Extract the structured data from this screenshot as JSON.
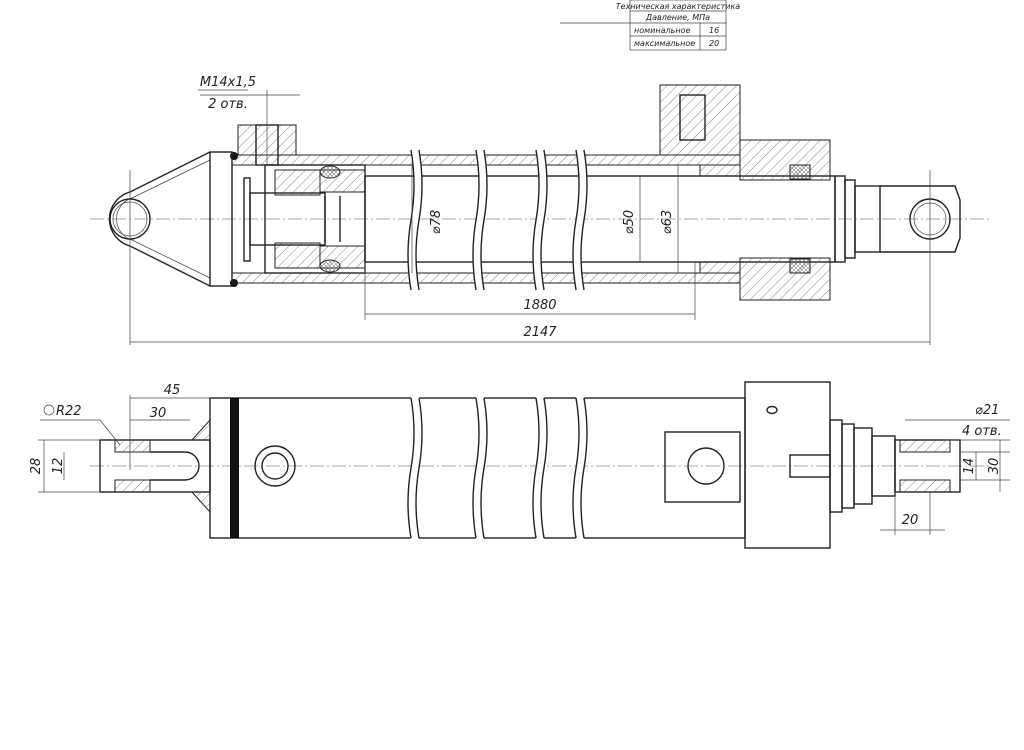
{
  "spec_table": {
    "title": "Техническая характеристика",
    "pressure_label": "Давление, МПа",
    "rows": [
      {
        "label": "номинальное",
        "value": "16"
      },
      {
        "label": "максимальное",
        "value": "20"
      }
    ]
  },
  "top_view": {
    "port_thread": "M14x1,5",
    "port_count": "2 отв.",
    "barrel_dia": "⌀78",
    "rod_dia": "⌀50",
    "bore_dia": "⌀63",
    "stroke": "1880",
    "overall_length": "2147"
  },
  "bottom_view": {
    "radius": "R22",
    "dim_45": "45",
    "dim_30_left": "30",
    "dim_28": "28",
    "dim_12": "12",
    "hole_dia": "⌀21",
    "hole_count": "4 отв.",
    "dim_14": "14",
    "dim_30_right": "30",
    "dim_20": "20"
  }
}
